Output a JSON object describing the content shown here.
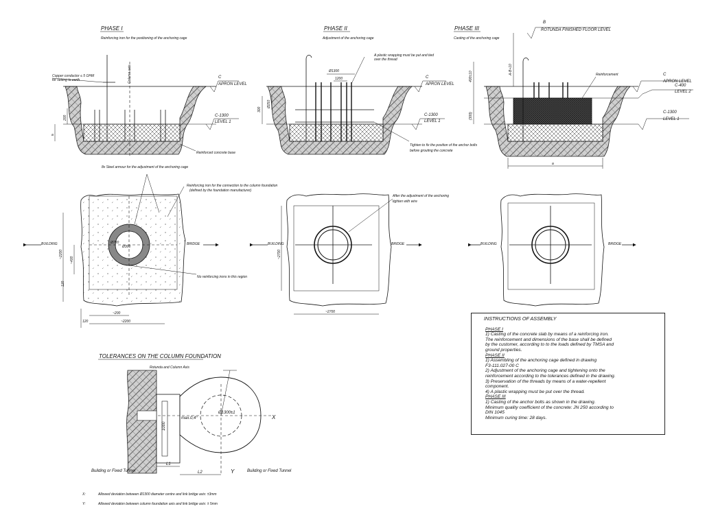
{
  "phase1": {
    "title": "PHASE I",
    "subtitle": "Reinforcing iron for the positioning of the anchoring cage",
    "copper_note_1": "Copper conductor ≤ 5 OHM",
    "copper_note_2": "for setting to earth",
    "column_axis": "Column axis",
    "apron_c": "C",
    "apron_level": "APRON LEVEL",
    "level_c": "C-1300",
    "level_1": "LEVEL 1",
    "dim_200": "200",
    "dim_a": "a",
    "base_label": "Reinforced concrete base"
  },
  "phase2": {
    "title": "PHASE II",
    "subtitle": "Adjustment of the anchoring cage",
    "wrap_note_1": "A plastic wrapping must be put and tied",
    "wrap_note_2": "over the thread",
    "dim_1300": "Ø1300",
    "dim_1200": "1200",
    "dim_300": "300",
    "dim_250": "Ø250",
    "apron_c": "C",
    "apron_level": "APRON LEVEL",
    "level_c": "C-1300",
    "level_1": "LEVEL 1",
    "tighten_1": "Tighten to fix the position of the anchor bolts",
    "tighten_2": "before grouting the concrete"
  },
  "phase3": {
    "title": "PHASE III",
    "subtitle": "Casting of the anchoring cage",
    "b_label": "B",
    "rotunda": "ROTUNDA FINISHED FLOOR LEVEL",
    "dim_ab": "A-B+10",
    "dim_400": "400±10",
    "dim_300": "(300)",
    "reinforcement": "Reinforcement",
    "apron_c": "C",
    "apron_level": "APRON LEVEL",
    "level2_c": "C-400",
    "level_2": "LEVEL 2",
    "level_c": "C-1300",
    "level_1": "LEVEL 1",
    "dim_a": "a"
  },
  "plan1": {
    "steel_note": "8x Steel armour for the adjustment of the anchoring cage",
    "reinf_note_1": "Reinforcing iron for the connection to the column foundation",
    "reinf_note_2": "(defined by the foundation manufacturer)",
    "building": "BUILDING",
    "bridge": "BRIDGE",
    "dim_2200v": "~2200",
    "dim_400": "~400",
    "dim_120v": "120",
    "dim_d780": "Ø780",
    "dim_d300": "Ø300",
    "no_reinf": "No reinforcing irons in this region",
    "dim_200": "~200",
    "dim_2200h": "~2200",
    "dim_120h": "120"
  },
  "plan2": {
    "adjust_1": "After the adjustment of the anchoring",
    "adjust_2": "tighten with wire",
    "building": "BUILDING",
    "bridge": "BRIDGE",
    "dim_2700v": "~2700",
    "dim_2700h": "~2700"
  },
  "plan3": {
    "building": "BUILDING",
    "bridge": "BRIDGE"
  },
  "tolerances": {
    "title": "TOLERANCES ON THE COLUMN FOUNDATION",
    "subtitle": "Rotunda and Column Axis",
    "max": "max.0,4°",
    "dim_1300": "Ø1300±1",
    "dim_1000": "1000",
    "x": "X",
    "y": "Y",
    "l1": "L1",
    "l2": "L2",
    "building_left": "Building or Fixed Tunnel",
    "building_right": "Building or Fixed Tunnel",
    "note_x_key": "X:",
    "note_x": "Allowed deviation between Ø1300 diameter centre and link bridge axis: ±3mm",
    "note_y_key": "Y:",
    "note_y": "Allowed deviation between column foundation axis and link bridge axis: ± 5mm"
  },
  "instructions": {
    "title": "INSTRUCTIONS OF ASSEMBLY",
    "phase1": "PHASE I",
    "p1_1": "1) Casting of the concrete slab by means of a reinforcing iron.",
    "p1_2": "The reinforcement and dimensions of the base shall be defined",
    "p1_3": "by the customer, according to to the loads defined by TMSA and",
    "p1_4": "ground properties.",
    "phase2": "PHASE II",
    "p2_1": "1) Assembling of the anchoring cage defined in drawing",
    "p2_2": "F3-111.027-00 C",
    "p2_3": "2) Adjustment of the anchoring cage and tightening onto the",
    "p2_4": "reinforcement according to the tolerances defined in the drawing.",
    "p2_5": "3)  Preservation of the threads by means of a water-repellent",
    "p2_6": "component.",
    "p2_7": "4)  A plastic wrapping must be put over the thread.",
    "phase3": "PHASE III",
    "p3_1": "1) Casting of the anchor bolts as shown in the drawing.",
    "p3_2": "Minimum quality coefficient of the concrete: JN 250 according to",
    "p3_3": "DIN 1045",
    "p3_4": "Minimum curing time: 28 days."
  }
}
